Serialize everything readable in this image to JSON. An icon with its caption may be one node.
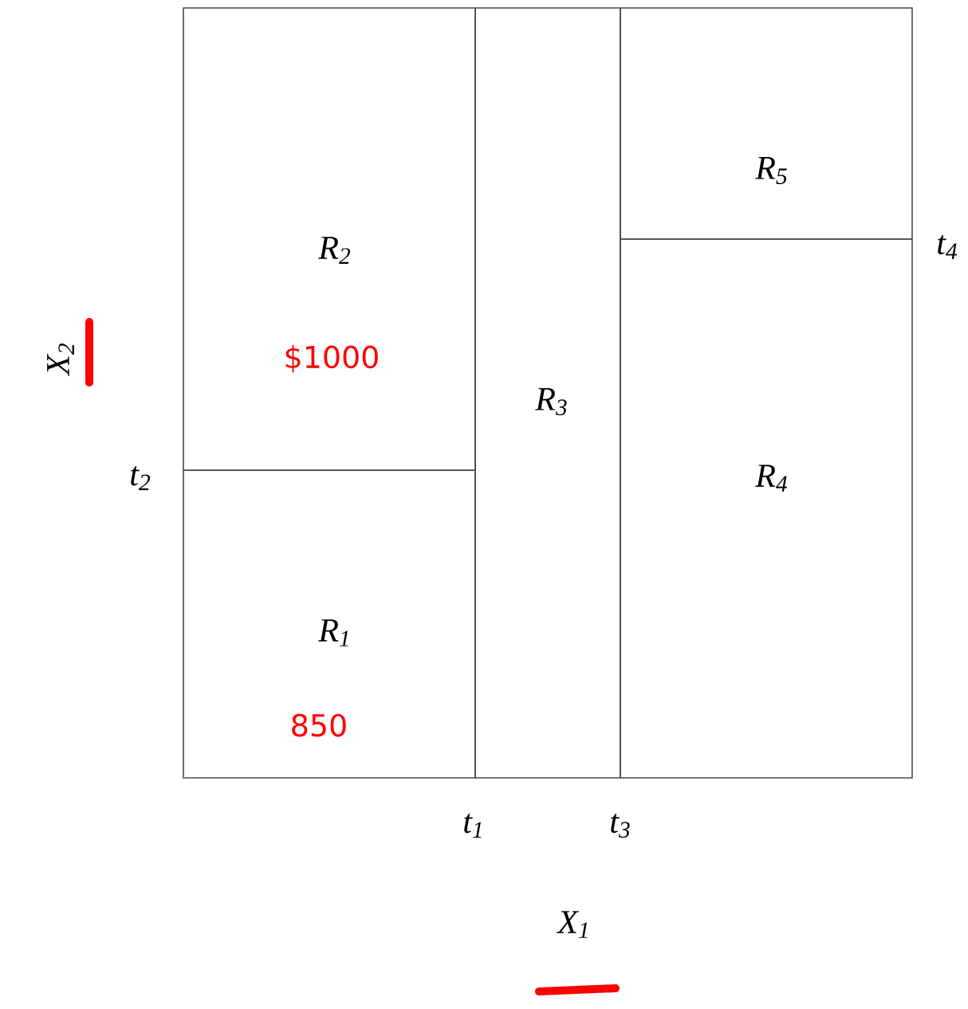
{
  "diagram": {
    "nodes": [
      {
        "text": [
          "R$_{2}$",
          "$1000"
        ]
      },
      {
        "text": [
          "R$_{1}$",
          "850"
        ]
      },
      {
        "text": [
          "R$_{3}$"
        ]
      },
      {
        "text": [
          "R$_{5}$"
        ]
      },
      {
        "text": [
          "R$_{4}$"
        ]
      }
    ],
    "labels": [
      "X$_{2}$",
      "t$_{2}$",
      "t$_{4}$",
      "t$_{1}$",
      "t$_{3}$",
      "X$_{1}$"
    ]
  }
}
